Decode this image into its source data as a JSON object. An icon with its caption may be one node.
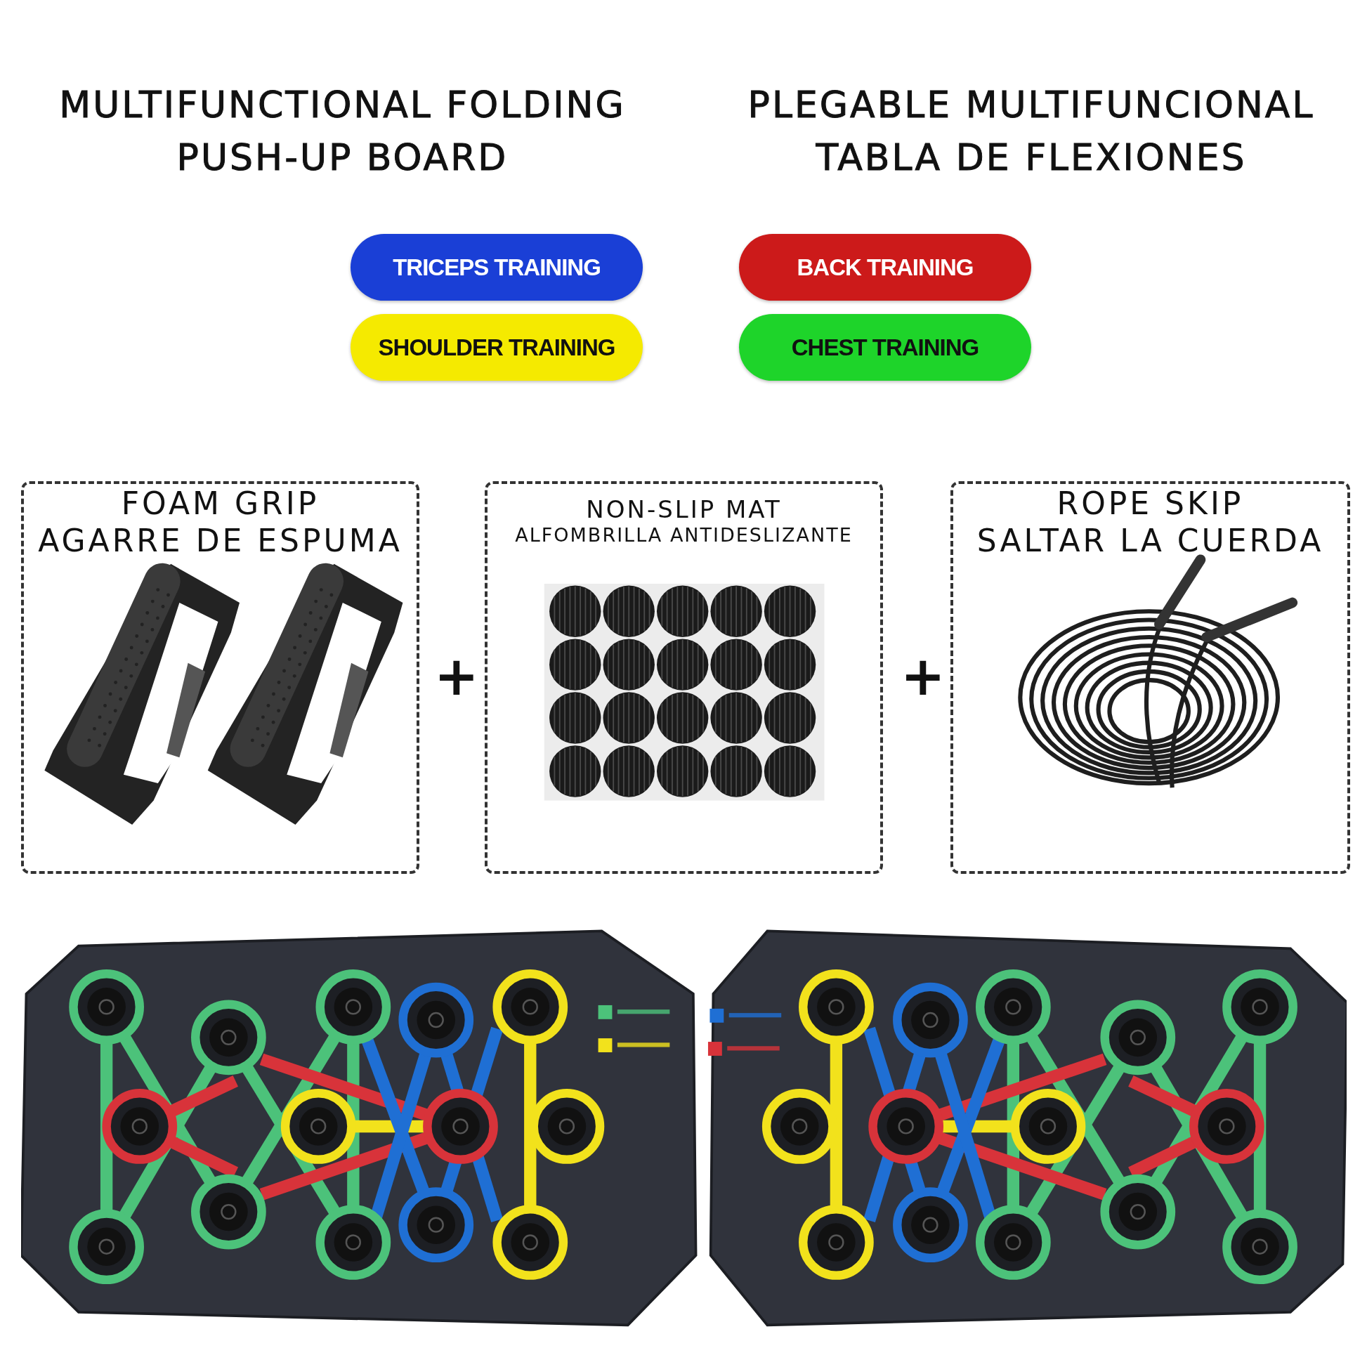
{
  "diagram": {
    "title": "MULTIFUNCTIONAL FOLDING PUSH-UP BOARD",
    "nodes": [
      {
        "text": [
          "FOAM GRIP",
          "AGARRE DE ESPUMA"
        ]
      },
      {
        "text": [
          "NON-SLIP MAT",
          "ALFOMBRILLA ANTIDESLIZANTE"
        ]
      },
      {
        "text": [
          "ROPE SKIP",
          "SALTAR LA CUERDA"
        ]
      }
    ],
    "labels": [
      "PLEGABLE MULTIFUNCIONAL TABLA DE FLEXIONES",
      "+",
      "+"
    ],
    "legend": [
      {
        "text": "TRICEPS TRAINING",
        "color": "#1a3fd6"
      },
      {
        "text": "BACK TRAINING",
        "color": "#cc1a1a"
      },
      {
        "text": "SHOULDER TRAINING",
        "color": "#f5ea00"
      },
      {
        "text": "CHEST TRAINING",
        "color": "#1ed42a"
      }
    ]
  }
}
